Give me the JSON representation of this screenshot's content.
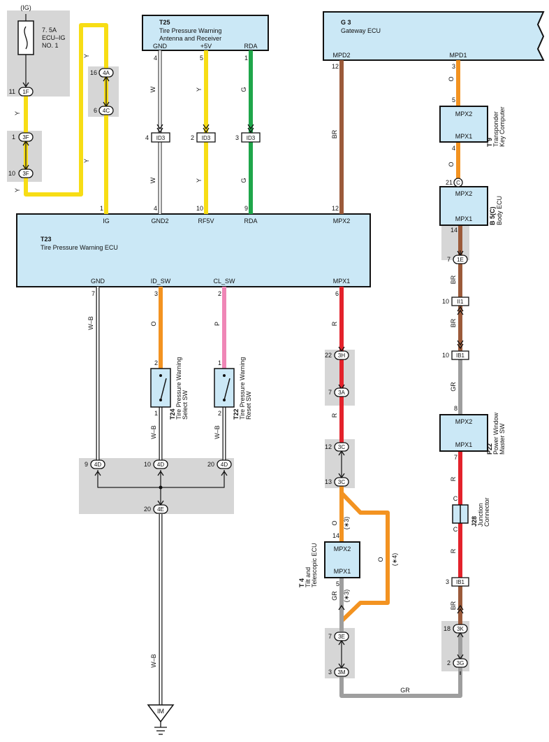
{
  "colors": {
    "yellow": "#f7dd15",
    "green": "#1fa64a",
    "brown": "#9b5a3a",
    "orange": "#f39321",
    "red": "#e3222b",
    "gray": "#9e9e9e",
    "pink": "#ef86b6",
    "ecu_fill": "#cbe8f6",
    "shade": "#d6d6d6"
  },
  "fuse": {
    "ig": "(IG)",
    "rating": "7. 5A",
    "name1": "ECU–IG",
    "name2": "NO. 1"
  },
  "t25": {
    "code": "T25",
    "name1": "Tire Pressure Warning",
    "name2": "Antenna and Receiver",
    "pin_gnd": "GND",
    "pin_5v": "+5V",
    "pin_rda": "RDA"
  },
  "g3": {
    "code": "G 3",
    "name": "Gateway ECU",
    "pin_mpd2": "MPD2",
    "pin_mpd1": "MPD1"
  },
  "t23": {
    "code": "T23",
    "name": "Tire Pressure Warning ECU",
    "pin_ig": "IG",
    "pin_gnd2": "GND2",
    "pin_rf5v": "RF5V",
    "pin_rda": "RDA",
    "pin_mpx2": "MPX2",
    "pin_gnd": "GND",
    "pin_idsw": "ID_SW",
    "pin_clsw": "CL_SW",
    "pin_mpx1": "MPX1"
  },
  "t9": {
    "code": "T 9",
    "name1": "Transponder",
    "name2": "Key Computer",
    "mpx2": "MPX2",
    "mpx1": "MPX1"
  },
  "b5": {
    "code": "B 5(C)",
    "name": "Body ECU",
    "mpx2": "MPX2",
    "mpx1": "MPX1"
  },
  "p22": {
    "code": "P22",
    "name1": "Power Window",
    "name2": "Master SW",
    "mpx2": "MPX2",
    "mpx1": "MPX1"
  },
  "t4": {
    "code": "T 4",
    "name1": "Tilt and",
    "name2": "Telescopic ECU",
    "mpx2": "MPX2",
    "mpx1": "MPX1"
  },
  "t24": {
    "code": "T24",
    "name1": "Tire Pressure Warning",
    "name2": "Select SW"
  },
  "t22": {
    "code": "T22",
    "name1": "Tire Pressure Warning",
    "name2": "Reset SW"
  },
  "j28": {
    "code": "J28",
    "name1": "Junction",
    "name2": "Connector",
    "c": "C"
  },
  "ground": "IM",
  "connectors": {
    "c1F": "1F",
    "c3F": "3F",
    "c4A": "4A",
    "c4C": "4C",
    "cID3": "ID3",
    "c4D": "4D",
    "c4E": "4E",
    "c3H": "3H",
    "c3A": "3A",
    "c3C": "3C",
    "c3E": "3E",
    "c3M": "3M",
    "cII1": "II1",
    "cIB1": "IB1",
    "c1E": "1E",
    "c3K": "3K",
    "c3G": "3G",
    "cC": "C"
  },
  "wires": {
    "Y": "Y",
    "W": "W",
    "G": "G",
    "BR": "BR",
    "O": "O",
    "P": "P",
    "R": "R",
    "GR": "GR",
    "WB": "W–B"
  },
  "notes": {
    "n3": "(∗3)",
    "n4": "(∗4)"
  },
  "pins": {
    "p1": "1",
    "p2": "2",
    "p3": "3",
    "p4": "4",
    "p5": "5",
    "p6": "6",
    "p7": "7",
    "p8": "8",
    "p9": "9",
    "p10": "10",
    "p11": "11",
    "p12": "12",
    "p13": "13",
    "p14": "14",
    "p16": "16",
    "p18": "18",
    "p20": "20",
    "p21": "21",
    "p22": "22"
  }
}
